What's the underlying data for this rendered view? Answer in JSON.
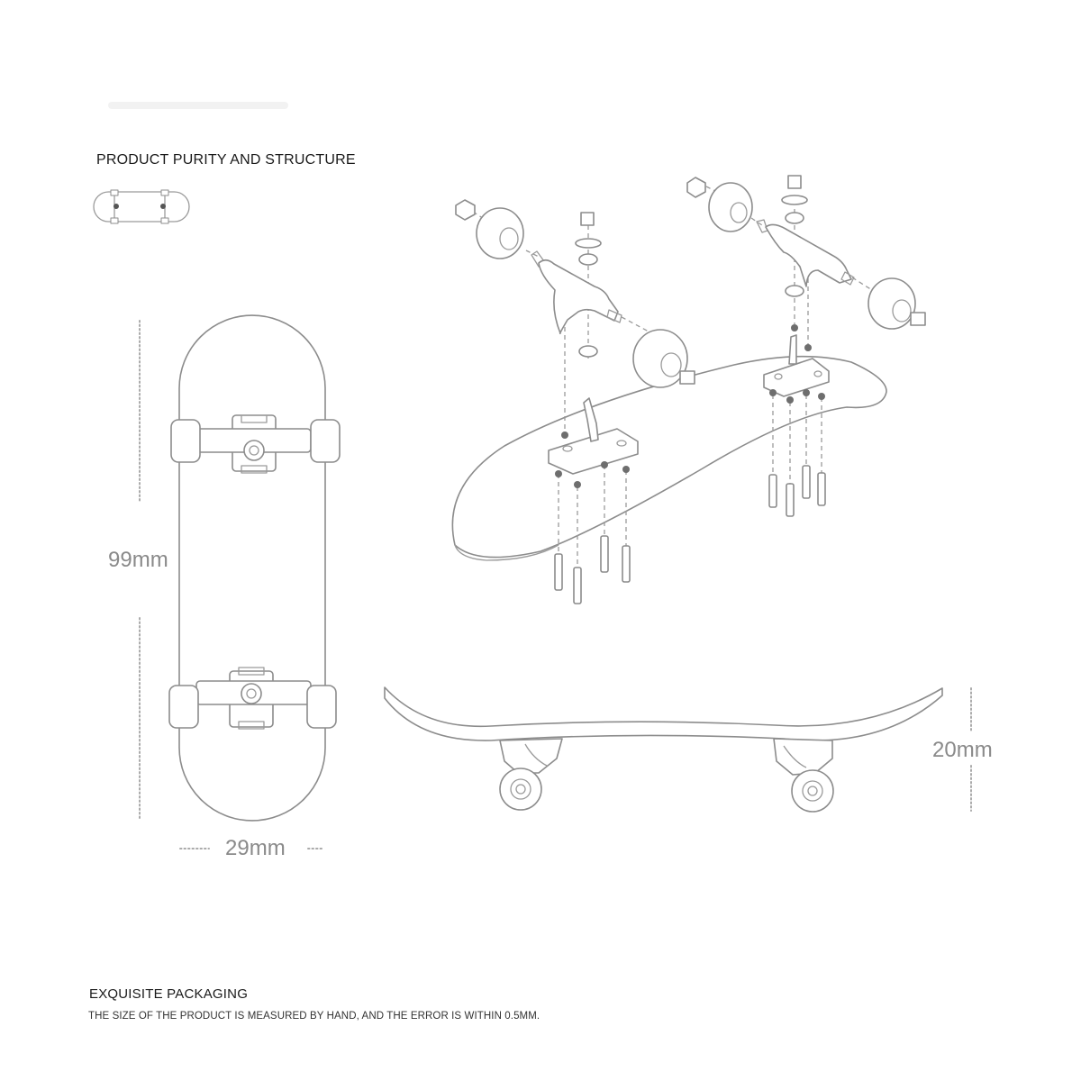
{
  "headings": {
    "structure": "PRODUCT PURITY AND STRUCTURE",
    "packaging": "EXQUISITE PACKAGING"
  },
  "note": "THE SIZE OF THE PRODUCT IS MEASURED BY HAND, AND THE ERROR IS WITHIN 0.5MM.",
  "dimensions": {
    "length": "99mm",
    "width": "29mm",
    "height": "20mm"
  },
  "colors": {
    "line": "#8c8c8c",
    "dimension_text": "#8a8a8a",
    "heading_text": "#1a1a1a"
  }
}
